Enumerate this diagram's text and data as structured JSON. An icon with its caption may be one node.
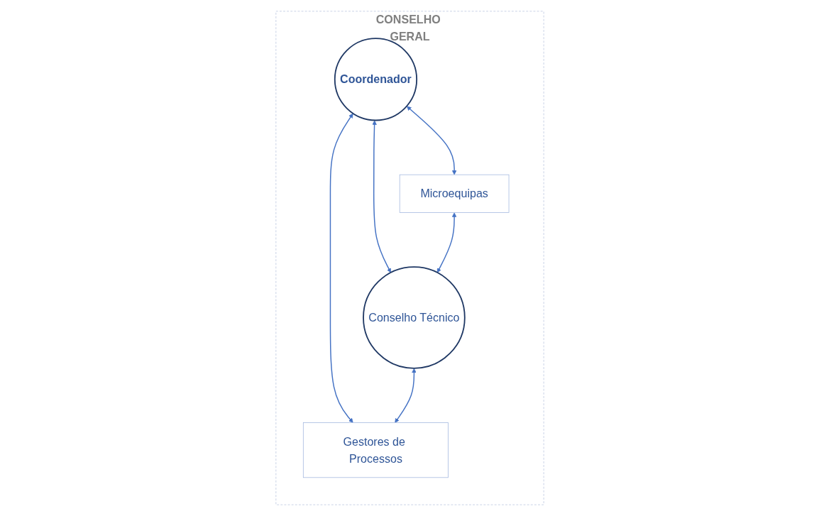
{
  "diagram": {
    "nodes": [
      {
        "text": [
          "CONSELHO GERAL"
        ]
      },
      {
        "text": [
          "Coordenador"
        ],
        "in": 0
      },
      {
        "text": [
          "Microequipas"
        ],
        "in": 0
      },
      {
        "text": [
          "Conselho Técnico"
        ],
        "in": 0
      },
      {
        "text": [
          "Gestores de Processos"
        ],
        "in": 0
      }
    ],
    "edges": [
      {
        "from": 1,
        "to": 2,
        "arrow": "both"
      },
      {
        "from": 1,
        "to": 4,
        "arrow": "both"
      },
      {
        "from": 1,
        "to": 3,
        "arrow": "both"
      },
      {
        "from": 2,
        "to": 3,
        "arrow": "both"
      },
      {
        "from": 3,
        "to": 4,
        "arrow": "both"
      }
    ]
  }
}
